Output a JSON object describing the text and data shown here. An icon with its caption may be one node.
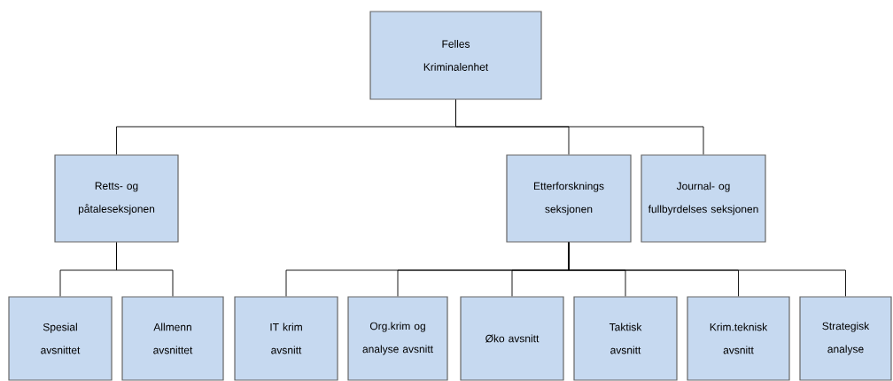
{
  "diagram": {
    "nodes": [
      {
        "text": [
          "Felles Kriminalenhet"
        ]
      },
      {
        "text": [
          "Retts- og påtaleseksjonen"
        ]
      },
      {
        "text": [
          "Etterforsknings seksjonen"
        ]
      },
      {
        "text": [
          "Journal- og fullbyrdelses seksjonen"
        ]
      },
      {
        "text": [
          "Spesial avsnittet"
        ]
      },
      {
        "text": [
          "Allmenn avsnittet"
        ]
      },
      {
        "text": [
          "IT krim avsnitt"
        ]
      },
      {
        "text": [
          "Org.krim og analyse avsnitt"
        ]
      },
      {
        "text": [
          "Øko avsnitt"
        ]
      },
      {
        "text": [
          "Taktisk avsnitt"
        ]
      },
      {
        "text": [
          "Krim.teknisk avsnitt"
        ]
      },
      {
        "text": [
          "Strategisk analyse"
        ]
      }
    ],
    "edges": [
      {
        "from": 0,
        "to": 1,
        "arrow": "none"
      },
      {
        "from": 0,
        "to": 2,
        "arrow": "none"
      },
      {
        "from": 0,
        "to": 3,
        "arrow": "none"
      },
      {
        "from": 1,
        "to": 4,
        "arrow": "none"
      },
      {
        "from": 1,
        "to": 5,
        "arrow": "none"
      },
      {
        "from": 2,
        "to": 6,
        "arrow": "none"
      },
      {
        "from": 2,
        "to": 7,
        "arrow": "none"
      },
      {
        "from": 2,
        "to": 8,
        "arrow": "none"
      },
      {
        "from": 2,
        "to": 9,
        "arrow": "none"
      },
      {
        "from": 2,
        "to": 10,
        "arrow": "none"
      },
      {
        "from": 2,
        "to": 11,
        "arrow": "none"
      }
    ]
  }
}
